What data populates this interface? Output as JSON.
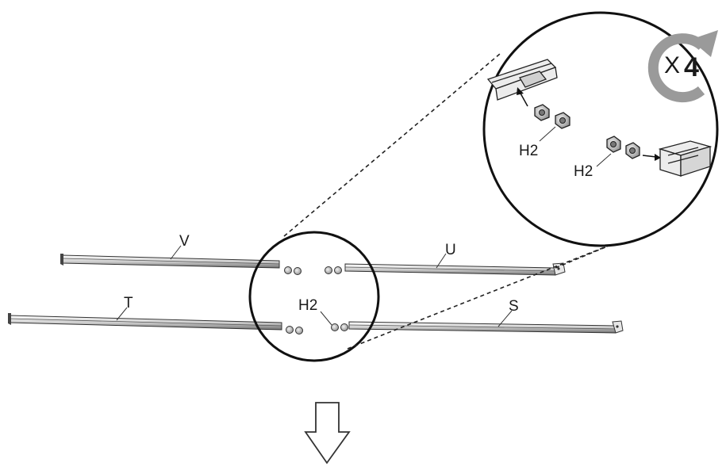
{
  "diagram": {
    "rail_labels": {
      "v": "V",
      "u": "U",
      "t": "T",
      "s": "S"
    },
    "hardware_label": "H2",
    "zoom_hardware_label_left": "H2",
    "zoom_hardware_label_right": "H2",
    "repeat": {
      "prefix": "X",
      "count": "4"
    },
    "arrow_meaning": "next-step"
  }
}
